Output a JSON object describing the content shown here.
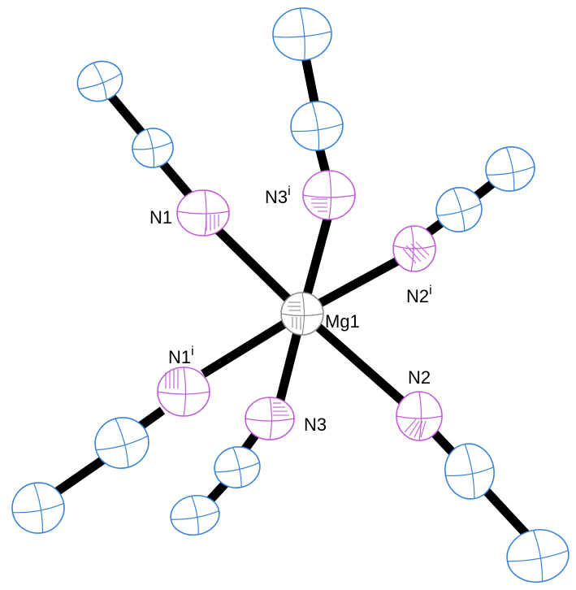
{
  "labels": {
    "mg1": "Mg1",
    "n1": "N1",
    "n1i": {
      "base": "N1",
      "sup": "i"
    },
    "n2": "N2",
    "n2i": {
      "base": "N2",
      "sup": "i"
    },
    "n3": "N3",
    "n3i": {
      "base": "N3",
      "sup": "i"
    }
  },
  "colors": {
    "carbon": "#3a83d6",
    "nitrogen": "#c15bd6",
    "magnesium": "#8c8c8c",
    "bond": "#000000"
  }
}
